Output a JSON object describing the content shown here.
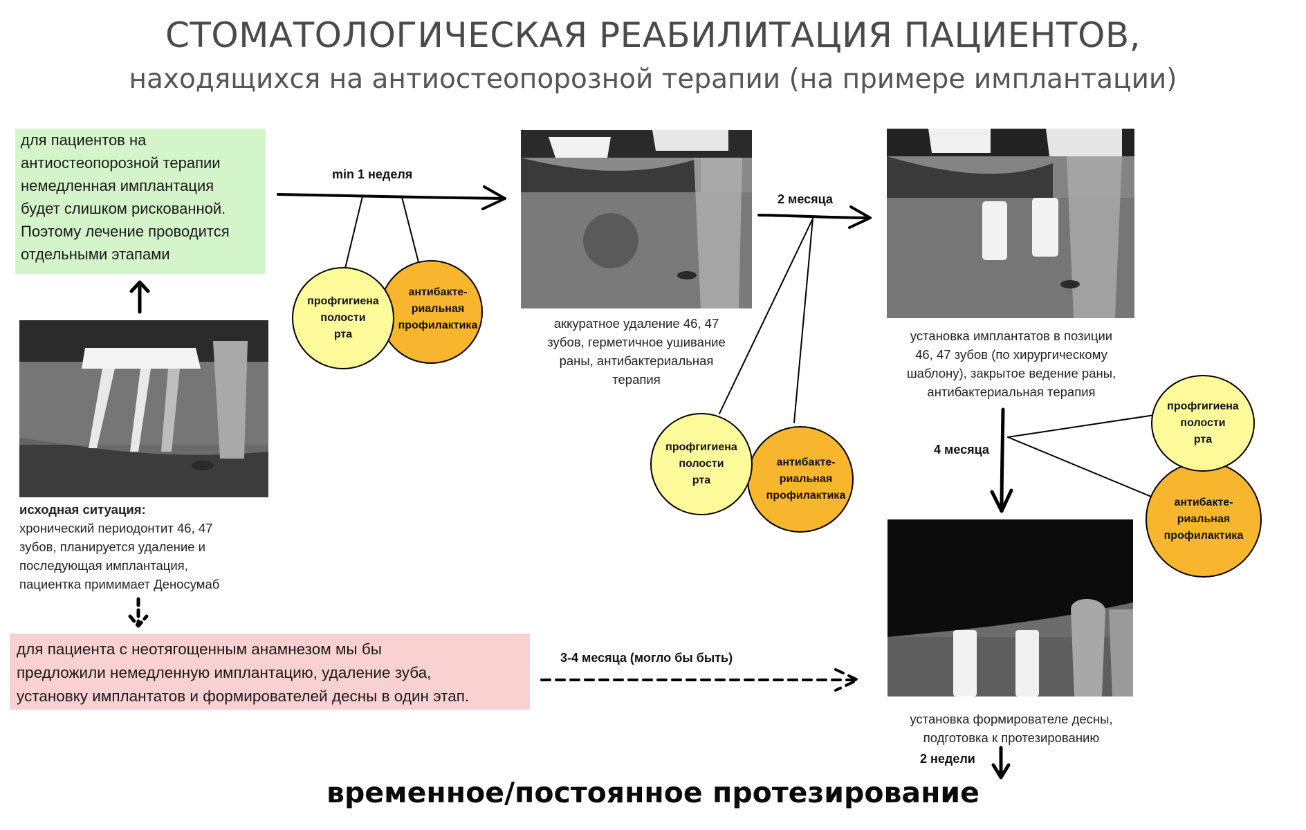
{
  "title": "СТОМАТОЛОГИЧЕСКАЯ РЕАБИЛИТАЦИЯ ПАЦИЕНТОВ,",
  "subtitle": "находящихся на антиостеопорозной терапии (на примере имплантации)",
  "green_note": [
    "для пациентов на",
    "антиостеопорозной терапии",
    "немедленная имплантация",
    "будет слишком рискованной.",
    "Поэтому  лечение проводится",
    "отдельными этапами"
  ],
  "initial": {
    "heading": "исходная ситуация:",
    "lines": [
      "хронический периодонтит 46, 47",
      "зубов, планируется удаление и",
      "последующая имплантация,",
      "пациентка примимает Деносумаб"
    ]
  },
  "pink_note": [
    "для пациента с неотягощенным анамнезом мы бы",
    "предложили немедленную имплантацию, удаление зуба,",
    "установку имплантатов и формирователей десны в один этап."
  ],
  "arrows": {
    "week": "min 1 неделя",
    "two_months": "2 месяца",
    "four_months": "4 месяца",
    "could_be": "3-4 месяца (могло бы быть)",
    "two_weeks": "2 недели"
  },
  "circles": {
    "hygiene": [
      "профгигиена",
      "полости",
      "рта"
    ],
    "antibacterial": [
      "антибакте-",
      "риальная",
      "профилактика"
    ]
  },
  "captions": {
    "extraction": [
      "аккуратное удаление 46, 47",
      "зубов, герметичное ушивание",
      "раны, антибактериальная",
      "терапия"
    ],
    "implants": [
      "установка имплантатов в позиции",
      "46, 47 зубов (по хирургическому",
      "шаблону), закрытое ведение раны,",
      "антибактериальная терапия"
    ],
    "healing": [
      "установка формирователе десны,",
      "подготовка к протезированию"
    ]
  },
  "final": "временное/постоянное протезирование",
  "colors": {
    "green_note": "#d3f5c9",
    "pink_note": "#f9d1d1",
    "circle_yellow": "#fffa9a",
    "circle_orange": "#f7b62e"
  }
}
